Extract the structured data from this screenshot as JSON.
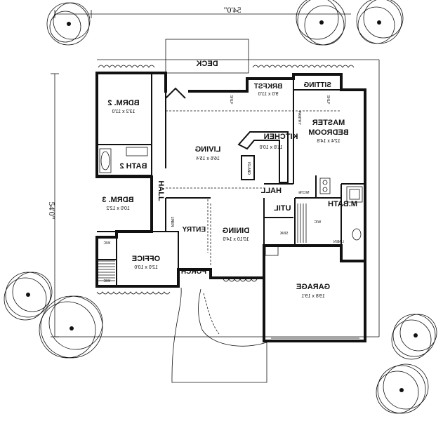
{
  "overall": {
    "width": "54'0\"",
    "depth": "54'0\""
  },
  "rooms": {
    "deck": {
      "label": "DECK"
    },
    "brkfst": {
      "label": "BRKFST",
      "size": "9'0 x 11'0"
    },
    "sitting": {
      "label": "SITTING"
    },
    "bdrm2": {
      "label": "BDRM. 2",
      "size": "13'2 x 11'0"
    },
    "bath2": {
      "label": "BATH 2"
    },
    "living": {
      "label": "LIVING",
      "size": "16'6 x 15'4"
    },
    "kitchen": {
      "label": "KITCHEN",
      "size": "11'8 x 10'0"
    },
    "master": {
      "label1": "MASTER",
      "label2": "BEDROOM",
      "size": "12'4 x 14'8"
    },
    "bdrm3": {
      "label": "BDRM. 3",
      "size": "10'0 x 12'2"
    },
    "hall": {
      "label": "HALL"
    },
    "hall2": {
      "label": "HALL"
    },
    "util": {
      "label": "UTIL"
    },
    "mbath": {
      "label": "M.BATH"
    },
    "entry": {
      "label": "ENTRY"
    },
    "dining": {
      "label": "DINING",
      "size": "10'10 x 14'0"
    },
    "office": {
      "label": "OFFICE",
      "size": "12'0 x 10'0"
    },
    "porch": {
      "label": "PORCH"
    },
    "garage": {
      "label": "GARAGE",
      "size": "19'8 x 19'1"
    }
  },
  "fixtures": {
    "wic1": "WIC",
    "wic2": "WIC",
    "wic3": "WIC",
    "linen": "LINEN",
    "linen2": "LINEN",
    "niche": "NICHE",
    "sink": "SINK",
    "island": "ISLAND",
    "pantry": "PANTRY",
    "shelf1": "SHLF",
    "shelf2": "SHLF"
  }
}
